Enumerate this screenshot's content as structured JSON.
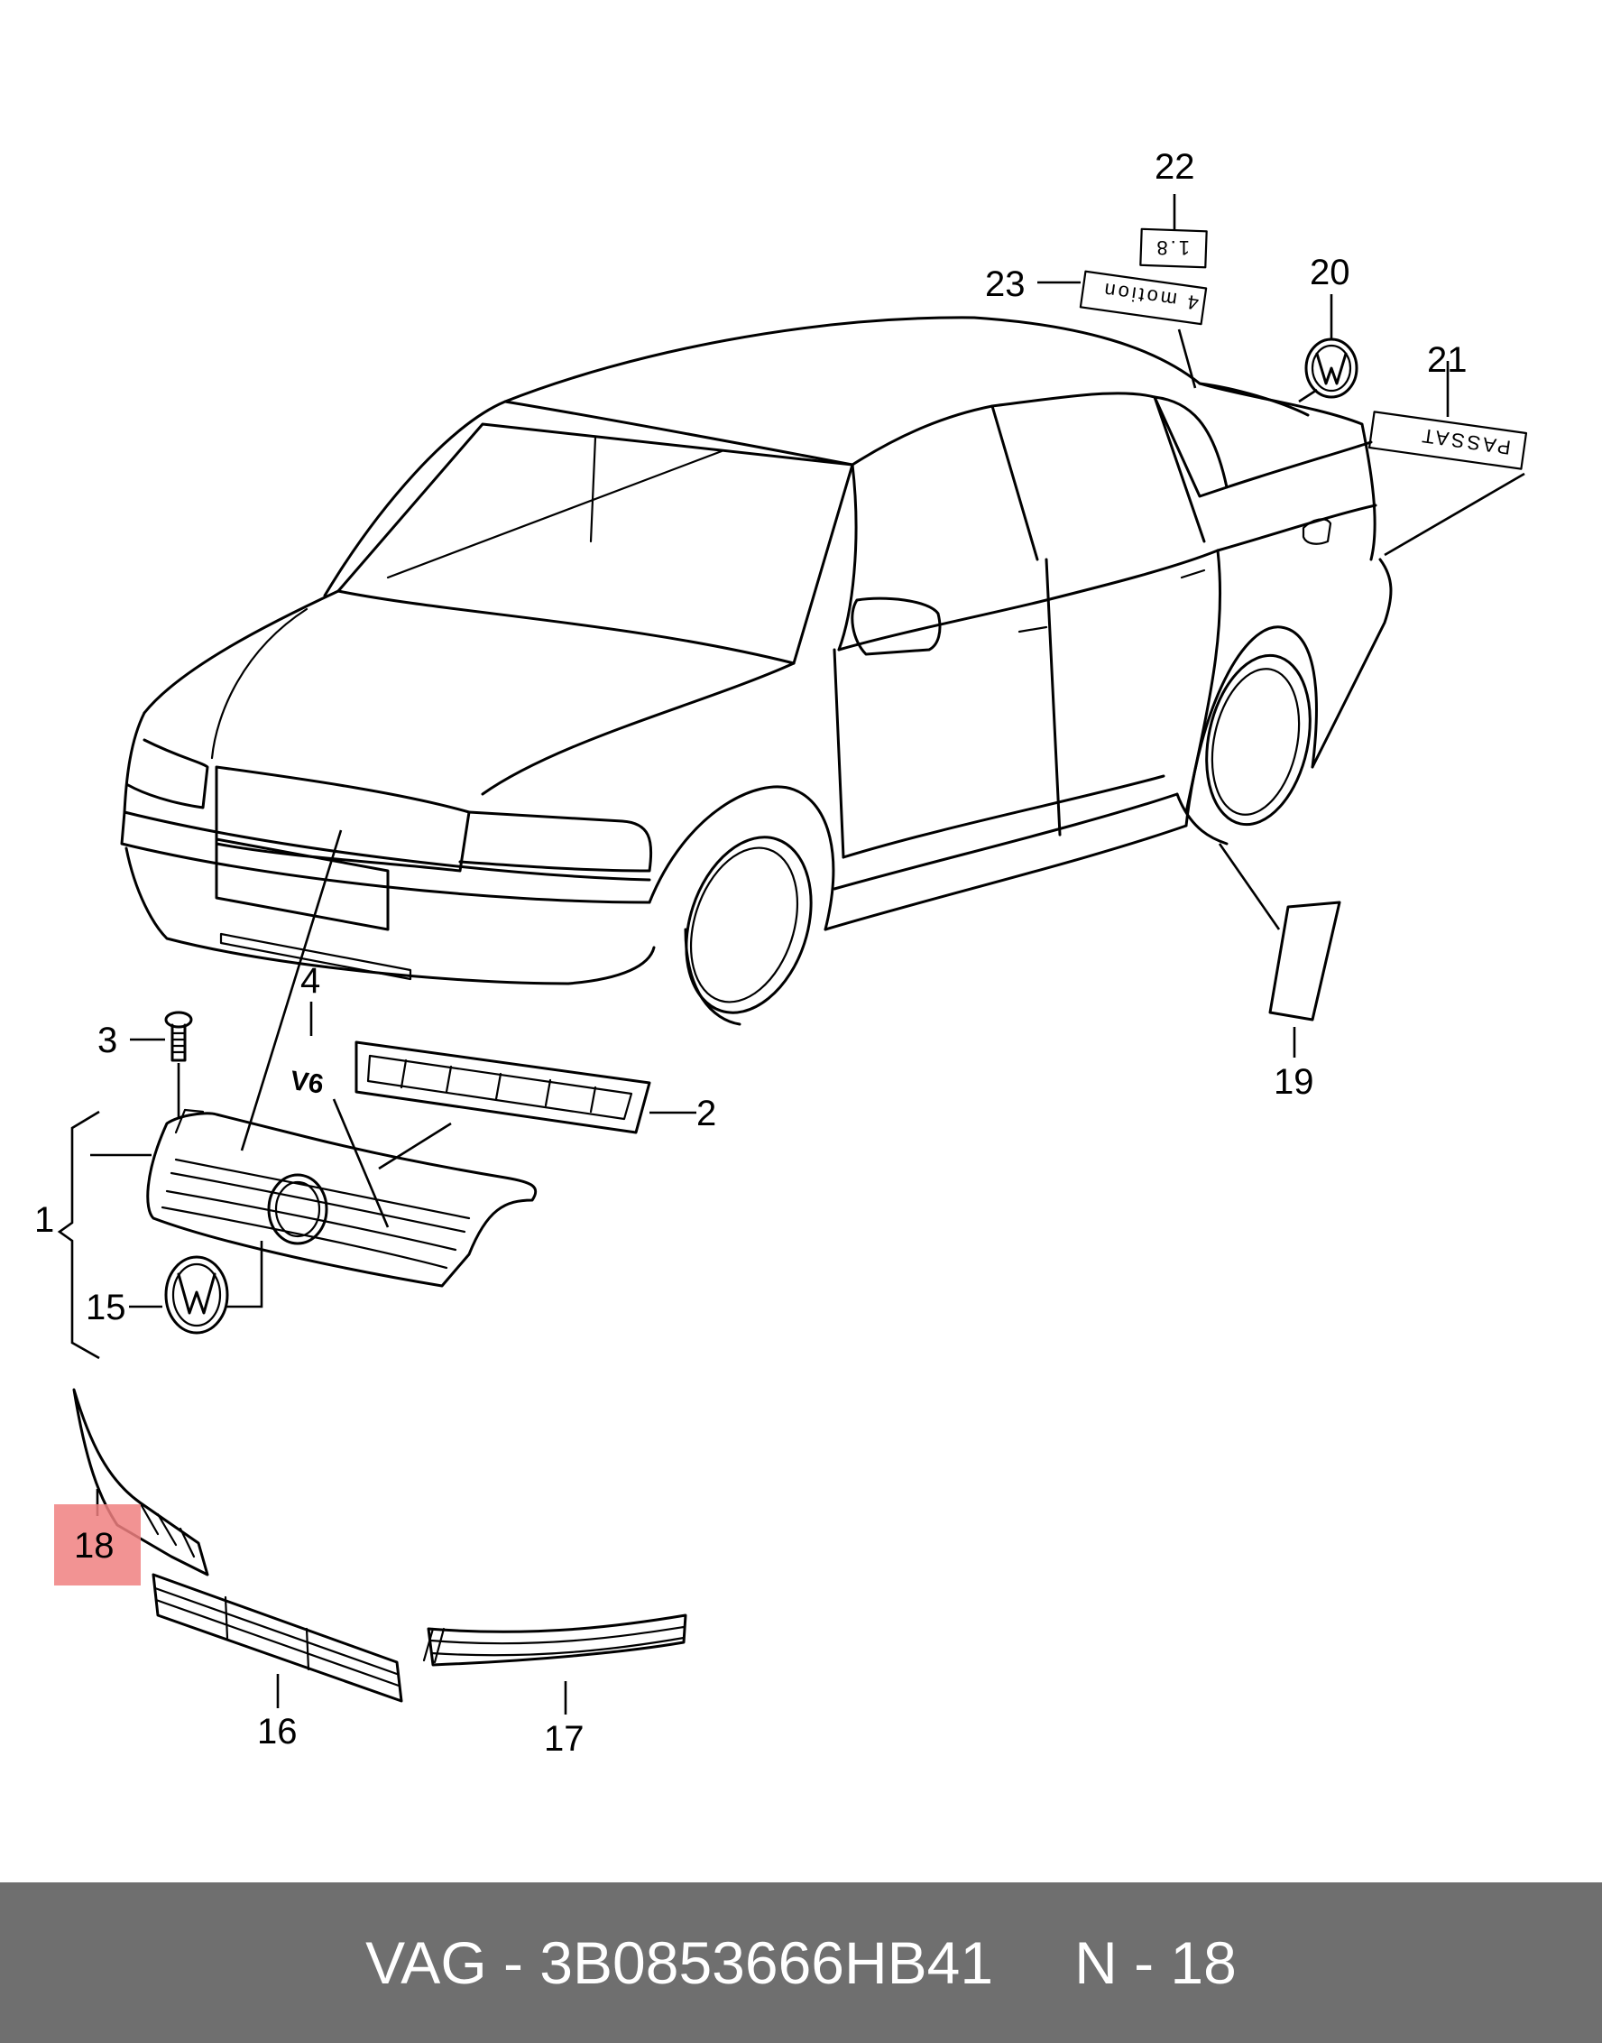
{
  "callouts": [
    {
      "id": "c1",
      "label": "1"
    },
    {
      "id": "c2",
      "label": "2"
    },
    {
      "id": "c3",
      "label": "3"
    },
    {
      "id": "c4",
      "label": "4"
    },
    {
      "id": "c15",
      "label": "15"
    },
    {
      "id": "c16",
      "label": "16"
    },
    {
      "id": "c17",
      "label": "17"
    },
    {
      "id": "c18",
      "label": "18"
    },
    {
      "id": "c19",
      "label": "19"
    },
    {
      "id": "c20",
      "label": "20"
    },
    {
      "id": "c21",
      "label": "21"
    },
    {
      "id": "c22",
      "label": "22"
    },
    {
      "id": "c23",
      "label": "23"
    }
  ],
  "plates": {
    "engine_badge": "1.8",
    "motion_badge": "4 motion",
    "model_badge": "PASSAT"
  },
  "trim_badge": "V6",
  "highlight_color": "#f08080",
  "footer": {
    "part_label": "VAG - 3B0853666HB41",
    "position_label": "N - 18"
  }
}
